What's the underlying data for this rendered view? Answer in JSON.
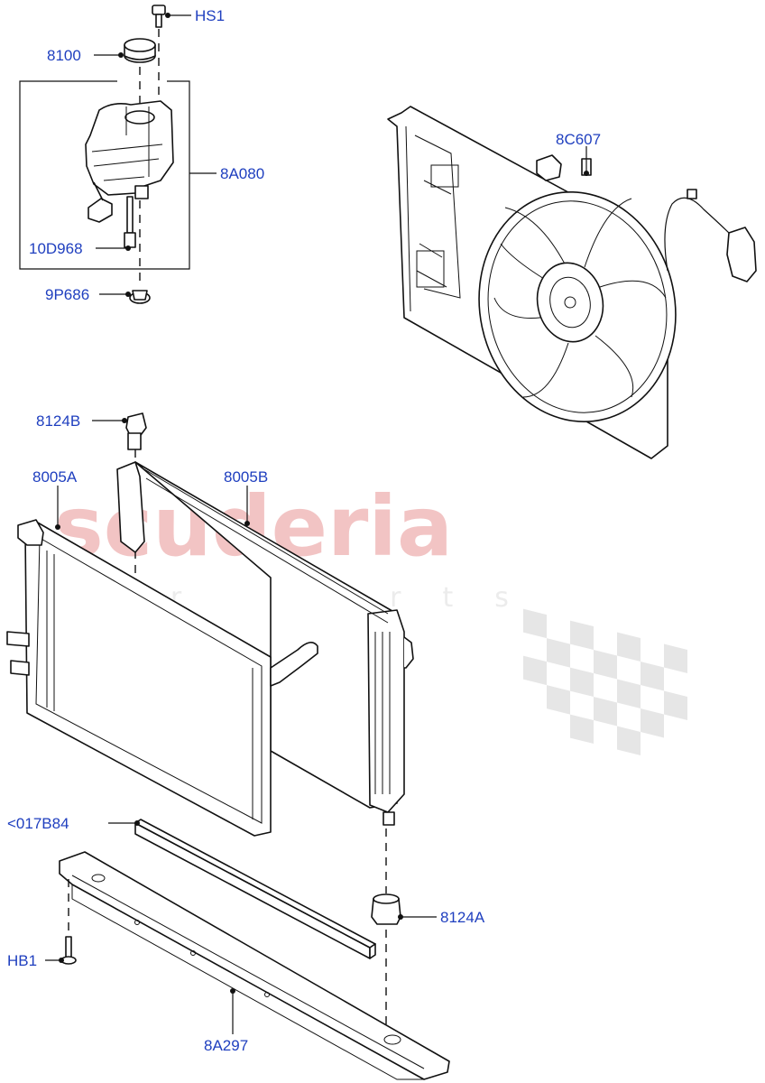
{
  "watermark": {
    "brand": "scuderia",
    "tagline": "car parts"
  },
  "callouts": {
    "hs1": "HS1",
    "cap": "8100",
    "reservoir": "8A080",
    "sensor": "10D968",
    "plug": "9P686",
    "fan": "8C607",
    "mount_top": "8124B",
    "condenser": "8005A",
    "radiator": "8005B",
    "seal": "<017B84",
    "mount_bottom": "8124A",
    "bolt": "HB1",
    "support": "8A297"
  },
  "colors": {
    "callout_text": "#1f3fbf",
    "watermark_red": "#f2c4c4",
    "watermark_grey": "#e6e6e6"
  }
}
